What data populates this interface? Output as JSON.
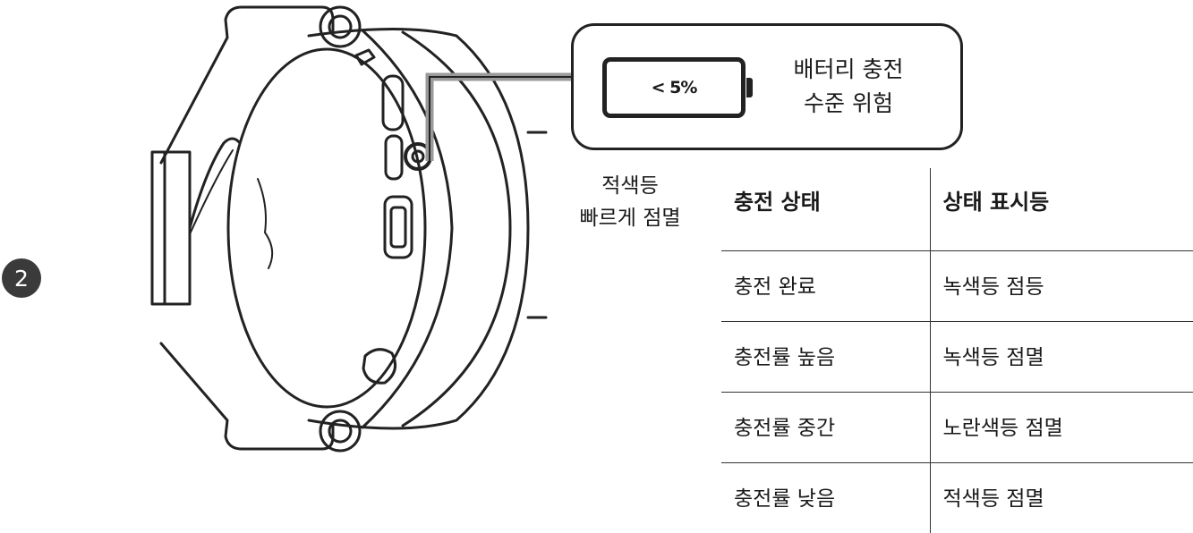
{
  "step_number": "2",
  "callout": {
    "battery_level": "< 5%",
    "line1": "배터리 충전",
    "line2": "수준 위험"
  },
  "indicator_label": {
    "line1": "적색등",
    "line2": "빠르게 점멸"
  },
  "table": {
    "headers": [
      "충전 상태",
      "상태 표시등"
    ],
    "rows": [
      [
        "충전 완료",
        "녹색등 점등"
      ],
      [
        "충전률 높음",
        "녹색등 점멸"
      ],
      [
        "충전률 중간",
        "노란색등 점멸"
      ],
      [
        "충전률 낮음",
        "적색등 점멸"
      ]
    ]
  }
}
